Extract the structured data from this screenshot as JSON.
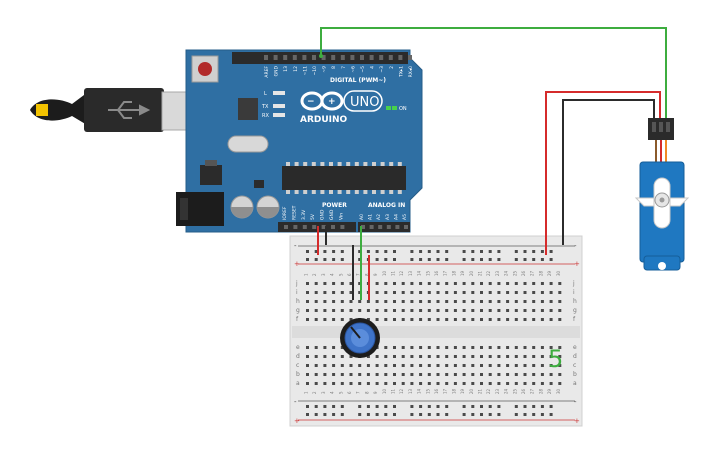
{
  "arduino": {
    "brand": "ARDUINO",
    "model": "UNO",
    "on_label": "ON",
    "led_l": "L",
    "led_tx": "TX",
    "led_rx": "RX",
    "digital_header": "DIGITAL (PWM~)",
    "power_header": "POWER",
    "analog_header": "ANALOG IN",
    "digital_pins": [
      "AREF",
      "GND",
      "13",
      "12",
      "~11",
      "~10",
      "~9",
      "8",
      "7",
      "~6",
      "~5",
      "4",
      "~3",
      "2",
      "TX▸1",
      "RX◂0"
    ],
    "power_pins": [
      "IOREF",
      "RESET",
      "3.3V",
      "5V",
      "GND",
      "GND",
      "Vin"
    ],
    "analog_pins": [
      "A0",
      "A1",
      "A2",
      "A3",
      "A4",
      "A5"
    ]
  },
  "breadboard": {
    "rail_plus": "+",
    "rail_minus": "-",
    "row_letters_top": [
      "j",
      "i",
      "h",
      "g",
      "f"
    ],
    "row_letters_bottom": [
      "e",
      "d",
      "c",
      "b",
      "a"
    ],
    "columns": 30
  },
  "seven_segment": {
    "glyph": "5"
  },
  "colors": {
    "wire_green": "#3dad3f",
    "wire_red": "#d52b2b",
    "wire_black": "#2b2b2b",
    "board_blue": "#2f6fa3",
    "servo_blue": "#1f78c1",
    "breadboard": "#e9e9e9",
    "pot_blue": "#3e73c8"
  },
  "icons": {
    "usb": "usb-icon",
    "arduino_logo": "infinity-icon"
  }
}
